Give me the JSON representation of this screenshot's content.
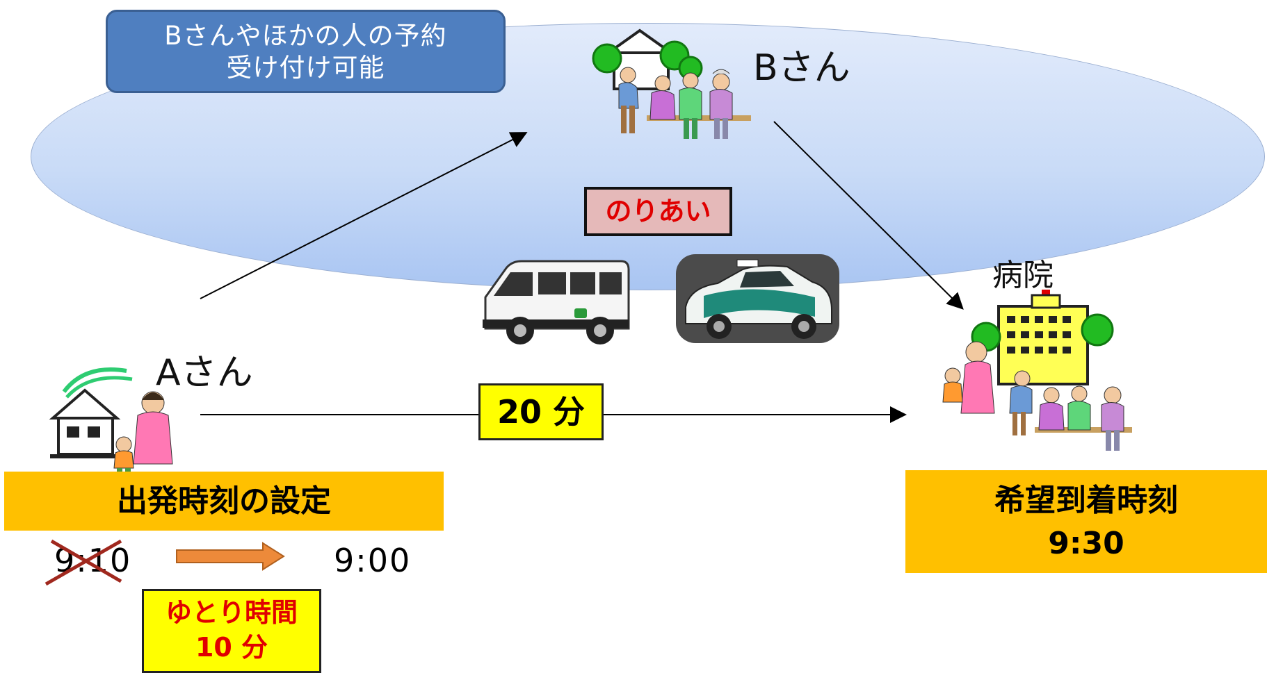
{
  "booking_note": {
    "line1": "Bさんやほかの人の予約",
    "line2": "受け付け可能"
  },
  "person_b_label": "Bさん",
  "person_a_label": "Aさん",
  "hospital_label": "病院",
  "ride_share_label": "のりあい",
  "travel_time": "20 分",
  "departure": {
    "title": "出発時刻の設定",
    "old_time": "9:10",
    "new_time": "9:00"
  },
  "slack_time": {
    "line1": "ゆとり時間",
    "line2": "10 分"
  },
  "arrival": {
    "title": "希望到着時刻",
    "time": "9:30"
  },
  "colors": {
    "zone_fill": "#c9dbf7",
    "note_fill": "#4f7fc0",
    "highlight_yellow": "#ffff00",
    "bar_orange": "#ffc000",
    "ride_share_pink": "#e5b9b9",
    "alert_red": "#e00000",
    "taxi_green": "#1f8a7a"
  }
}
